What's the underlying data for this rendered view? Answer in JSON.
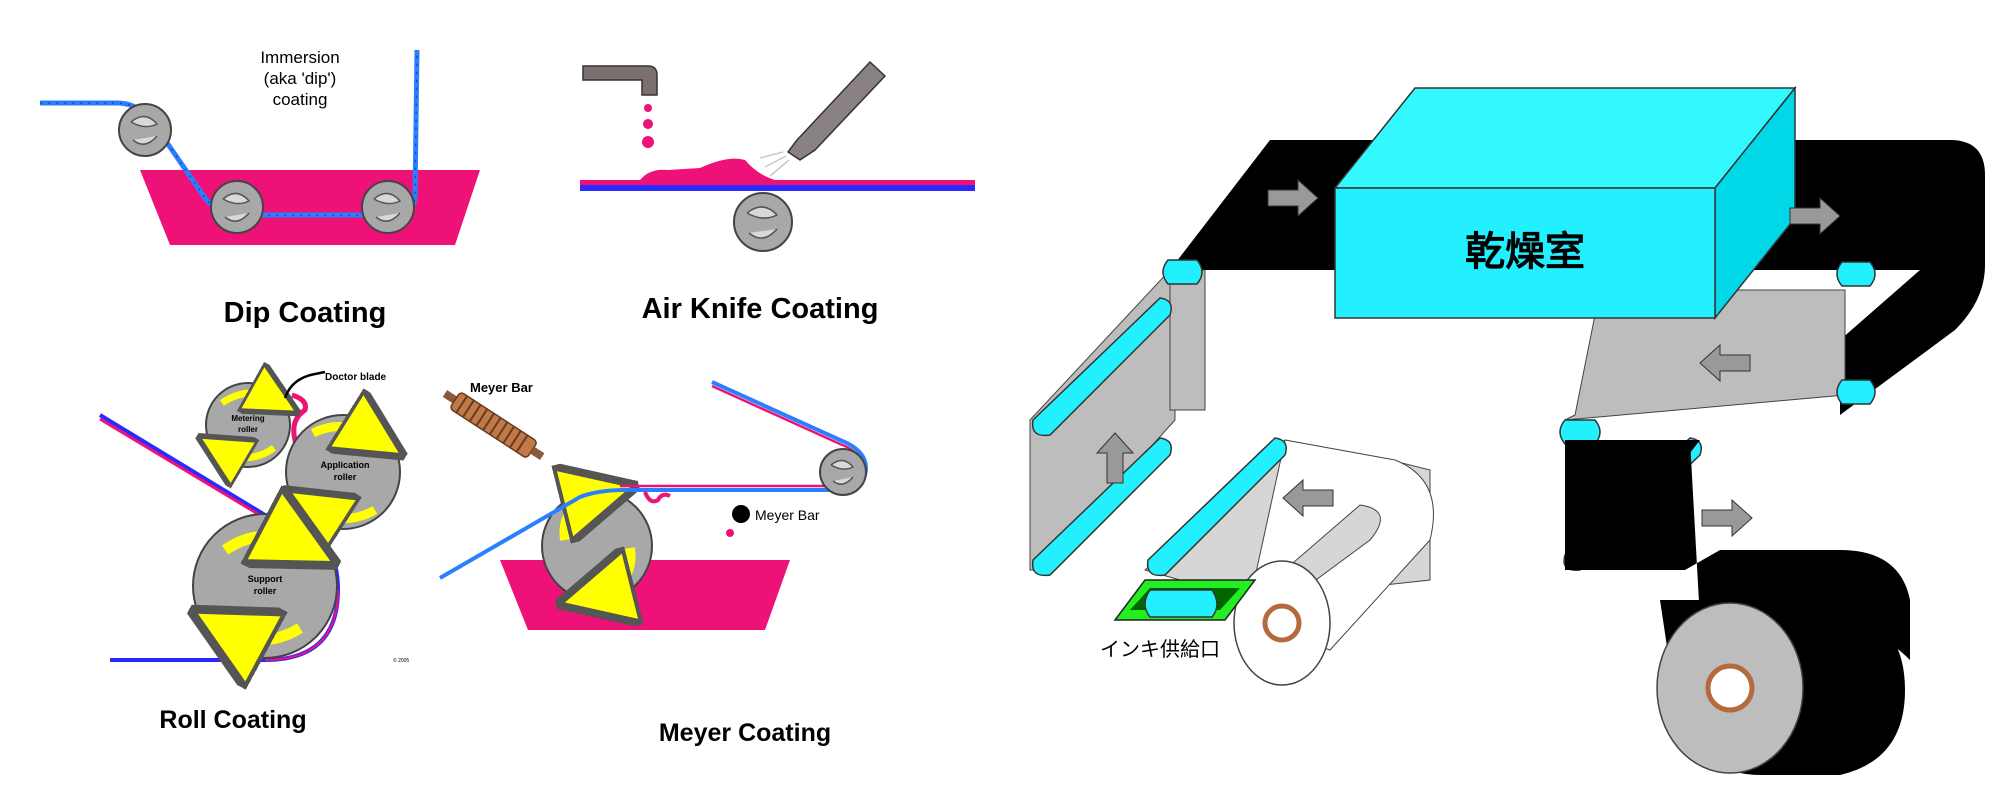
{
  "left_panel": {
    "dip": {
      "label_line1": "Immersion",
      "label_line2": "(aka 'dip')",
      "label_line3": "coating",
      "title": "Dip Coating"
    },
    "air_knife": {
      "title": "Air Knife Coating"
    },
    "roll": {
      "doctor_blade": "Doctor blade",
      "metering_line1": "Metering",
      "metering_line2": "roller",
      "application_line1": "Application",
      "application_line2": "roller",
      "support_line1": "Support",
      "support_line2": "roller",
      "copyright": "© 2005",
      "title": "Roll Coating"
    },
    "meyer": {
      "bar_label_top": "Meyer Bar",
      "bar_label_side": "Meyer Bar",
      "title": "Meyer Coating"
    }
  },
  "right_panel": {
    "dryer_label": "乾燥室",
    "ink_supply_label": "インキ供給口"
  },
  "colors": {
    "pink": "#ee1177",
    "blue": "#2a7fff",
    "cyan": "#22f0ff",
    "gray_roller": "#a8a8a8",
    "yellow_arrow": "#ffff00",
    "green_tray": "#22ee22"
  }
}
